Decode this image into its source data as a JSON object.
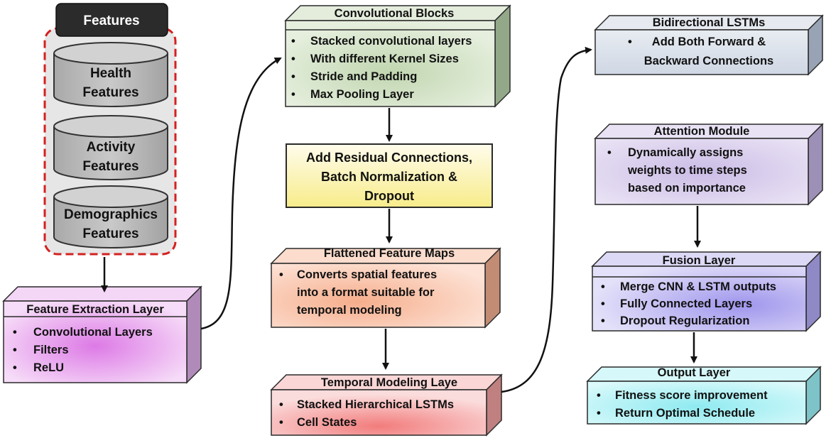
{
  "features": {
    "title": "Features",
    "items": [
      [
        "Health",
        "Features"
      ],
      [
        "Activity",
        "Features"
      ],
      [
        "Demographics",
        "Features"
      ]
    ]
  },
  "feature_extraction": {
    "title": "Feature Extraction Layer",
    "bullets": [
      "Convolutional Layers",
      "Filters",
      "ReLU"
    ]
  },
  "convolutional_blocks": {
    "title": "Convolutional Blocks",
    "bullets": [
      "Stacked convolutional layers",
      "With different Kernel Sizes",
      "Stride and Padding",
      "Max Pooling Layer"
    ]
  },
  "residual": {
    "lines": [
      "Add Residual Connections,",
      "Batch Normalization &",
      "Dropout"
    ]
  },
  "flattened": {
    "title": "Flattened Feature Maps",
    "lines": [
      "Converts spatial features",
      "into a format suitable for",
      "temporal modeling"
    ]
  },
  "temporal": {
    "title": "Temporal Modeling Laye",
    "bullets": [
      "Stacked Hierarchical LSTMs",
      "Cell States"
    ]
  },
  "bilstm": {
    "title": "Bidirectional LSTMs",
    "lines": [
      "Add Both Forward &",
      "Backward Connections"
    ]
  },
  "attention": {
    "title": "Attention Module",
    "lines": [
      "Dynamically assigns",
      "weights to time steps",
      "based on importance"
    ]
  },
  "fusion": {
    "title": "Fusion Layer",
    "bullets": [
      "Merge CNN & LSTM outputs",
      "Fully Connected Layers",
      "Dropout Regularization"
    ]
  },
  "output": {
    "title": "Output Layer",
    "bullets": [
      "Fitness score improvement",
      "Return Optimal Schedule"
    ]
  },
  "colors": {
    "feature_extraction": "#ebb2ef",
    "convolutional_blocks": "#d3e3c8",
    "residual": "#fbf3ad",
    "flattened": "#f9c7b1",
    "temporal": "#f7b6b6",
    "bilstm": "#d8dfe9",
    "attention": "#d8cdeb",
    "fusion": "#cbc6ef",
    "output": "#b9f2f5",
    "outline": "#2a2a2a"
  }
}
